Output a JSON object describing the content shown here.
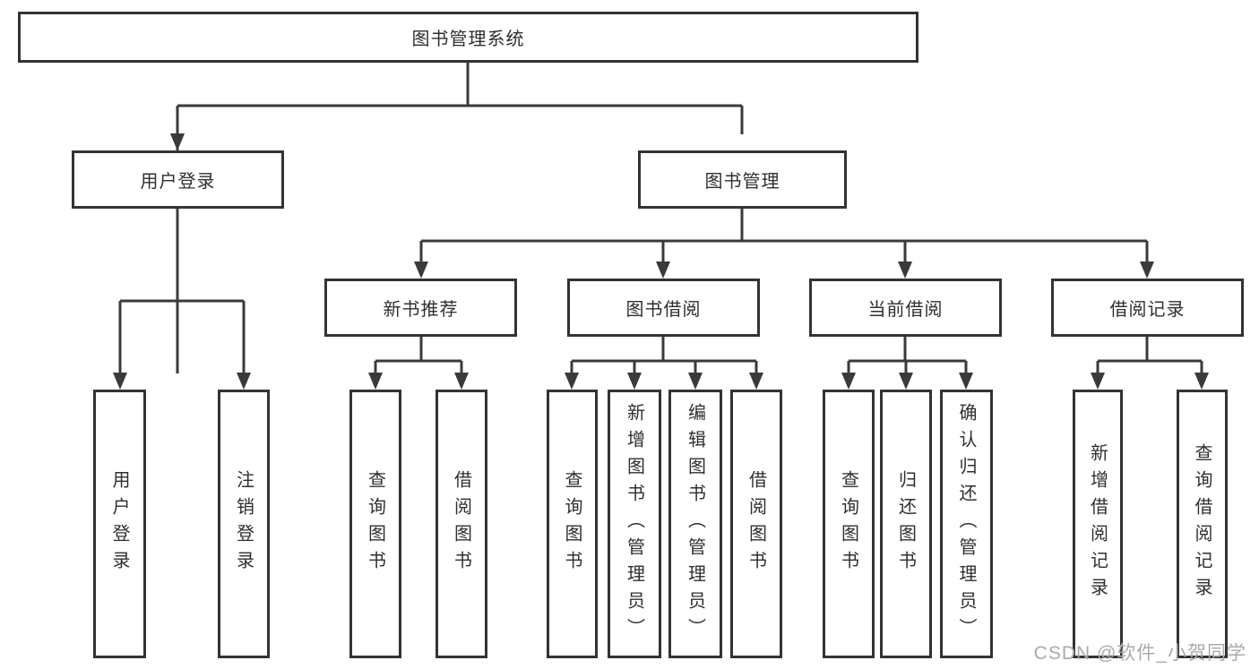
{
  "diagram_title": "图书管理系统",
  "nodes": {
    "root": "图书管理系统",
    "user_login": "用户登录",
    "book_mgmt": "图书管理",
    "new_book_rec": "新书推荐",
    "book_borrow": "图书借阅",
    "current_borrow": "当前借阅",
    "borrow_record": "借阅记录",
    "ul_user_login": "用户登录",
    "ul_logout": "注销登录",
    "nr_query_book": "查询图书",
    "nr_borrow_book": "借阅图书",
    "bb_query_book": "查询图书",
    "bb_add_book": "新增图书（管理员）",
    "bb_edit_book": "编辑图书（管理员）",
    "bb_borrow_book": "借阅图书",
    "cb_query_book": "查询图书",
    "cb_return_book": "归还图书",
    "cb_confirm_return": "确认归还（管理员）",
    "br_add_record": "新增借阅记录",
    "br_query_record": "查询借阅记录"
  },
  "hierarchy": {
    "图书管理系统": {
      "用户登录": [
        "用户登录",
        "注销登录"
      ],
      "图书管理": {
        "新书推荐": [
          "查询图书",
          "借阅图书"
        ],
        "图书借阅": [
          "查询图书",
          "新增图书（管理员）",
          "编辑图书（管理员）",
          "借阅图书"
        ],
        "当前借阅": [
          "查询图书",
          "归还图书",
          "确认归还（管理员）"
        ],
        "借阅记录": [
          "新增借阅记录",
          "查询借阅记录"
        ]
      }
    }
  },
  "watermark": {
    "text": "CSDN @软件_小贺同学"
  },
  "colors": {
    "line": "#3a3a3a",
    "box_border": "#333333",
    "text": "#2f2f2f",
    "watermark": "#aaaaaa",
    "background": "#ffffff"
  }
}
